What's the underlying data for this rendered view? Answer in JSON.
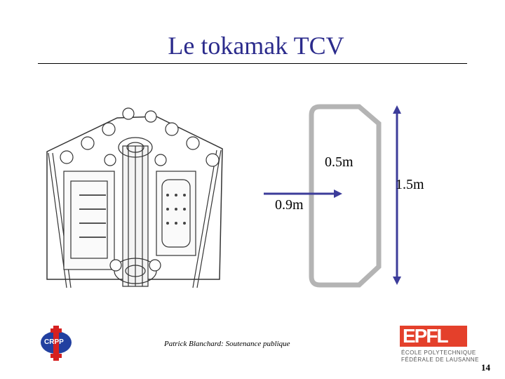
{
  "slide": {
    "title": "Le tokamak TCV",
    "footer": "Patrick Blanchard: Soutenance publique",
    "page_number": "14"
  },
  "dimensions": {
    "width_inner": "0.5m",
    "height": "1.5m",
    "major_radius": "0.9m"
  },
  "logos": {
    "crpp": "CRPP",
    "epfl": "EPFL",
    "epfl_sub1": "ÉCOLE POLYTECHNIQUE",
    "epfl_sub2": "FÉDÉRALE DE LAUSANNE"
  },
  "colors": {
    "title": "#2b2b8c",
    "arrow": "#3c3c9a",
    "vessel": "#b4b4b4",
    "epfl_red": "#e4402b",
    "crpp_blue": "#2240a0",
    "crpp_red": "#d62020"
  }
}
